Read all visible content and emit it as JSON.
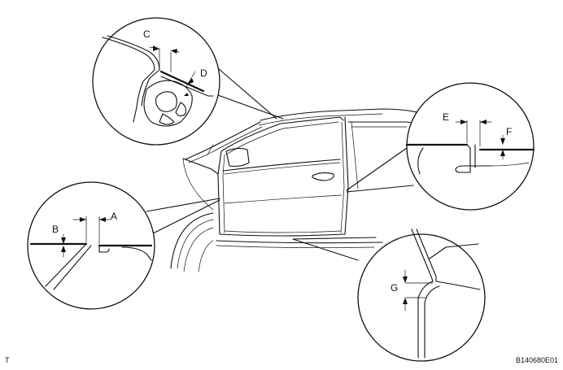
{
  "labels": {
    "a": "A",
    "b": "B",
    "c": "C",
    "d": "D",
    "e": "E",
    "f": "F",
    "g": "G"
  },
  "footer": {
    "left_mark": "T",
    "figure_code": "B140680E01"
  }
}
